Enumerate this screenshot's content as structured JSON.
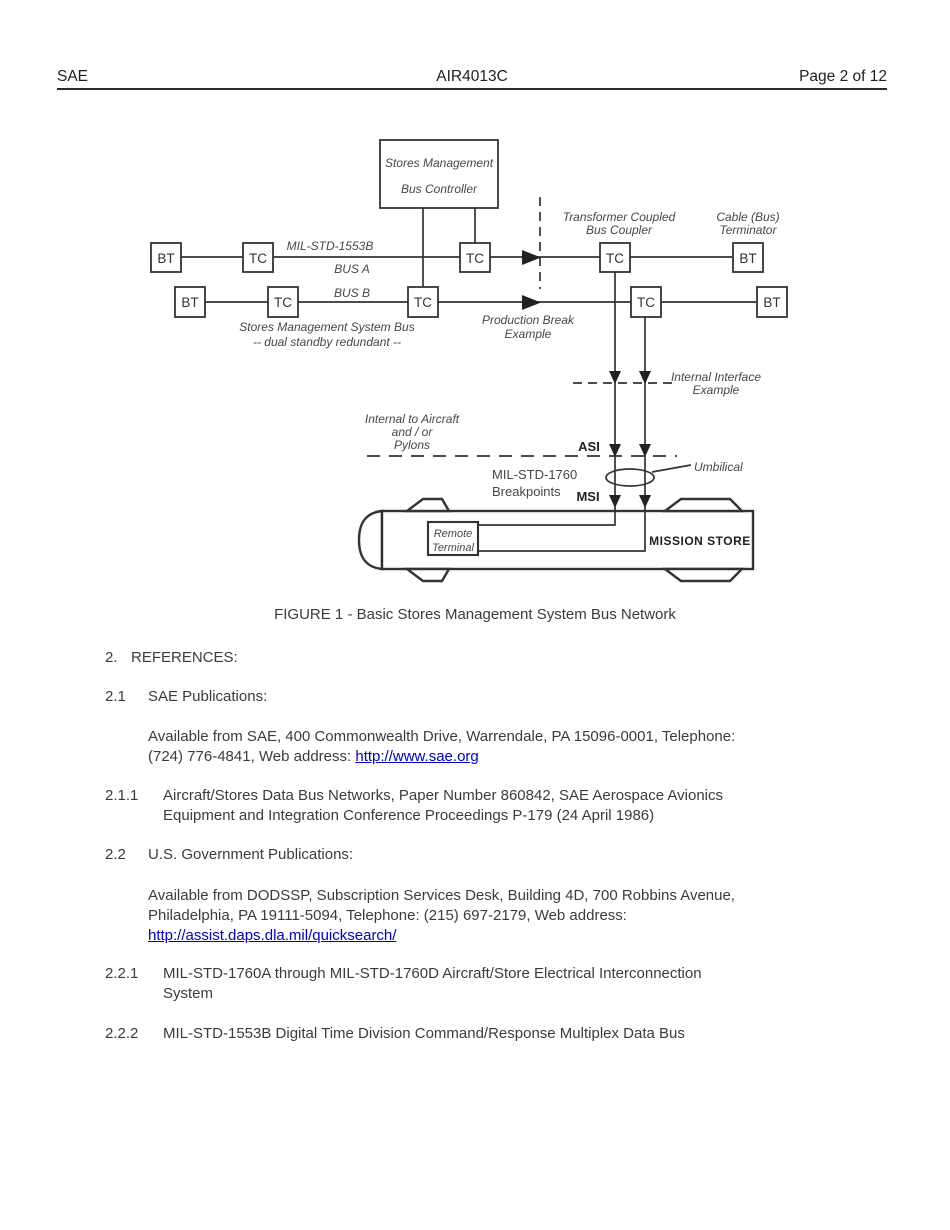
{
  "header": {
    "left": "SAE",
    "center": "AIR4013C",
    "right": "Page 2 of 12"
  },
  "figure": {
    "caption": "FIGURE 1 - Basic Stores Management System Bus Network",
    "diagram": {
      "controller_line1": "Stores Management",
      "controller_line2": "Bus Controller",
      "bt_label": "BT",
      "tc_label": "TC",
      "bus_standard": "MIL-STD-1553B",
      "bus_a": "BUS A",
      "bus_b": "BUS B",
      "sms_bus_caption_line1": "Stores Management System Bus",
      "sms_bus_caption_line2": "-- dual standby redundant --",
      "coupler_line1": "Transformer Coupled",
      "coupler_line2": "Bus Coupler",
      "terminator_line1": "Cable (Bus)",
      "terminator_line2": "Terminator",
      "production_break_line1": "Production Break",
      "production_break_line2": "Example",
      "internal_interface_line1": "Internal Interface",
      "internal_interface_line2": "Example",
      "internal_aircraft_line1": "Internal to Aircraft",
      "internal_aircraft_line2": "and / or",
      "internal_aircraft_line3": "Pylons",
      "asi_label": "ASI",
      "msi_label": "MSI",
      "breakpoints_line1": "MIL-STD-1760",
      "breakpoints_line2": "Breakpoints",
      "umbilical_label": "Umbilical",
      "remote_terminal_line1": "Remote",
      "remote_terminal_line2": "Terminal",
      "mission_store_label": "MISSION STORE"
    }
  },
  "references": {
    "heading": {
      "num": "2.",
      "title": "REFERENCES:"
    },
    "s21": {
      "num": "2.1",
      "title": "SAE Publications:"
    },
    "s21_para": {
      "line1": "Available from SAE, 400 Commonwealth Drive, Warrendale, PA 15096-0001, Telephone:",
      "line2_pre": "(724) 776-4841, Web address: ",
      "link": "http://www.sae.org"
    },
    "s211": {
      "num": "2.1.1",
      "line1": "Aircraft/Stores Data Bus Networks, Paper Number 860842, SAE Aerospace Avionics",
      "line2": "Equipment and Integration Conference Proceedings P-179 (24 April 1986)"
    },
    "s22": {
      "num": "2.2",
      "title": "U.S. Government Publications:"
    },
    "s22_para": {
      "line1": "Available from DODSSP, Subscription Services Desk, Building 4D, 700 Robbins Avenue,",
      "line2": "Philadelphia, PA 19111-5094, Telephone: (215) 697-2179, Web address:",
      "link": "http://assist.daps.dla.mil/quicksearch/"
    },
    "s221": {
      "num": "2.2.1",
      "line1": "MIL-STD-1760A through MIL-STD-1760D Aircraft/Store Electrical Interconnection",
      "line2": "System"
    },
    "s222": {
      "num": "2.2.2",
      "line1": "MIL-STD-1553B Digital Time Division Command/Response Multiplex Data Bus"
    }
  }
}
